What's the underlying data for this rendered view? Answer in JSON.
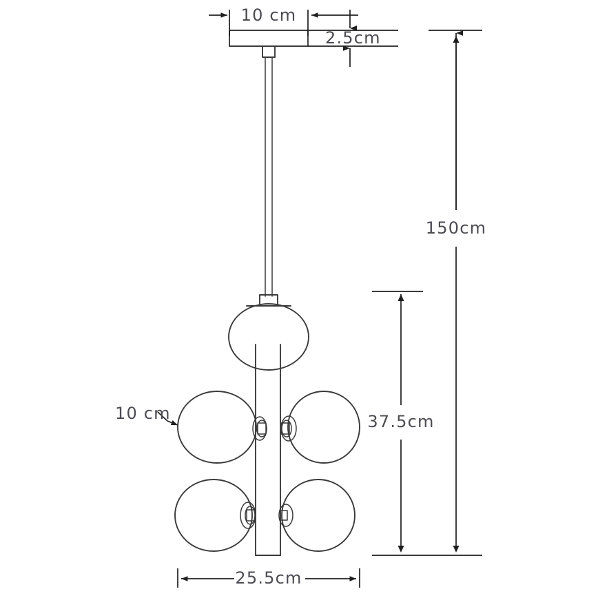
{
  "drawing": {
    "title": "Pendant lamp dimensional drawing",
    "subject": "6-globe pendant lamp",
    "units": "cm",
    "line_color": "#3a3a3a",
    "dimension_color": "#1f1f1f",
    "text_color": "#4b4b52",
    "background_color": "#ffffff"
  },
  "dimensions": {
    "canopy_diameter": "10 cm",
    "canopy_height": "2.5cm",
    "total_drop": "150cm",
    "fixture_height": "37.5cm",
    "globe_diameter": "10 cm",
    "overall_width": "25.5cm"
  },
  "parts": {
    "canopy": "ceiling-canopy",
    "rod": "suspension-rod",
    "column": "central-column",
    "globe_top": "globe-top",
    "globe_middle_left": "globe-middle-left",
    "globe_middle_right": "globe-middle-right",
    "globe_bottom_left": "globe-bottom-left",
    "globe_bottom_right": "globe-bottom-right",
    "socket": "lamp-socket"
  }
}
